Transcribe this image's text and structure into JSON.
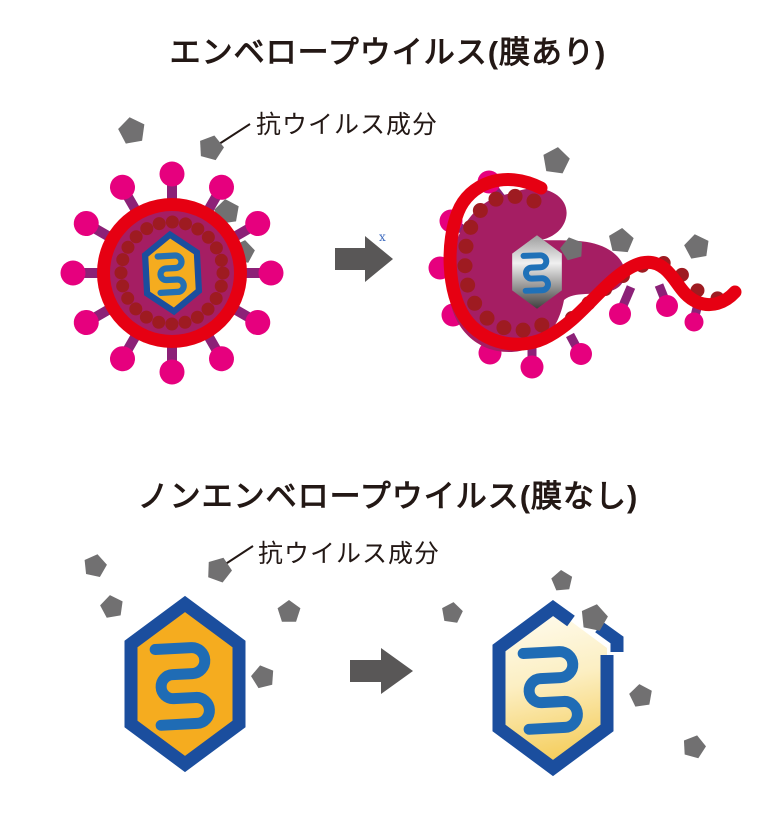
{
  "sections": [
    {
      "id": "enveloped",
      "title": "エンベロープウイルス(膜あり)",
      "annotation_label": "抗ウイルス成分",
      "left_figure": "intact-enveloped-virus",
      "right_figure": "destroyed-enveloped-virus"
    },
    {
      "id": "non-enveloped",
      "title": "ノンエンベロープウイルス(膜なし)",
      "annotation_label": "抗ウイルス成分",
      "left_figure": "intact-nonenveloped-virus",
      "right_figure": "resistant-nonenveloped-virus"
    }
  ],
  "stray_mark": "x",
  "icons": {
    "transformation_arrow": "right-arrow-icon",
    "antiviral_particle": "gray-pentagon-particle-icon",
    "annotation_pointer": "leader-line"
  },
  "palette": {
    "envelope_red": "#e60012",
    "virus_body_magenta": "#a51e63",
    "capsomere_dark_red": "#9e1b21",
    "spike_stem_purple": "#8c2177",
    "spike_tip_pink": "#e6007e",
    "capsid_border_blue": "#1b4e9e",
    "capsid_fill_yellow": "#f5ac1f",
    "genome_blue": "#2470b3",
    "destroyed_capsid_gray_top": "#9d9d9d",
    "destroyed_capsid_gray_bottom": "#403f3e",
    "damaged_capsid_fill_top": "#fffdf4",
    "damaged_capsid_fill_bottom": "#f5ce5e",
    "antiviral_gray": "#717071",
    "arrow_gray": "#595757",
    "text_black": "#231815",
    "background": "#ffffff"
  }
}
